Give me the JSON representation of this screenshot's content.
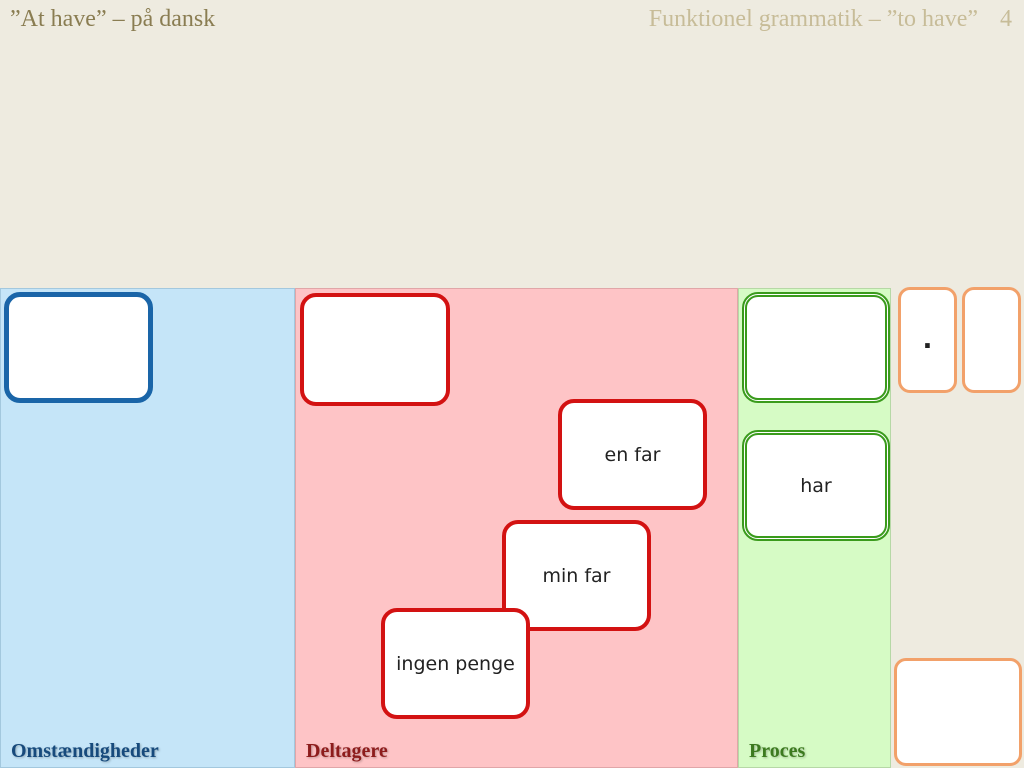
{
  "header": {
    "left_title": "”At have” – på dansk",
    "right_title": "Funktionel grammatik – ”to have”",
    "page_number": "4"
  },
  "zones": {
    "circumstances_label": "Omstændigheder",
    "participants_label": "Deltagere",
    "process_label": "Proces"
  },
  "cards": {
    "blue_empty": "",
    "red_empty": "",
    "en_far": "en far",
    "min_far": "min far",
    "ingen_penge": "ingen penge",
    "green_empty": "",
    "har": "har",
    "period": ".",
    "orange_empty_top": "",
    "orange_empty_bottom": ""
  },
  "colors": {
    "blue": "#1a65a8",
    "red": "#d31212",
    "green": "#3a9b1c",
    "orange": "#f2a16a"
  }
}
